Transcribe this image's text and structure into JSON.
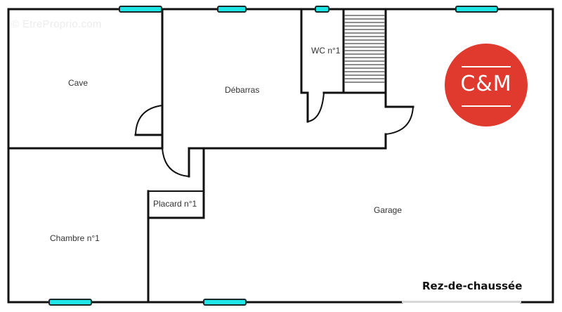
{
  "watermark": "© EtreProprio.com",
  "logo": {
    "text": "C&M",
    "background_color": "#e03a2f",
    "foreground_color": "#ffffff"
  },
  "floor": {
    "label": "Rez-de-chaussée"
  },
  "rooms": {
    "cave": "Cave",
    "debarras": "Débarras",
    "wc": "WC n°1",
    "placard": "Placard n°1",
    "garage": "Garage",
    "chambre": "Chambre n°1"
  },
  "colors": {
    "walls": "#111111",
    "windows": "#1ee6e6",
    "background": "#ffffff"
  }
}
